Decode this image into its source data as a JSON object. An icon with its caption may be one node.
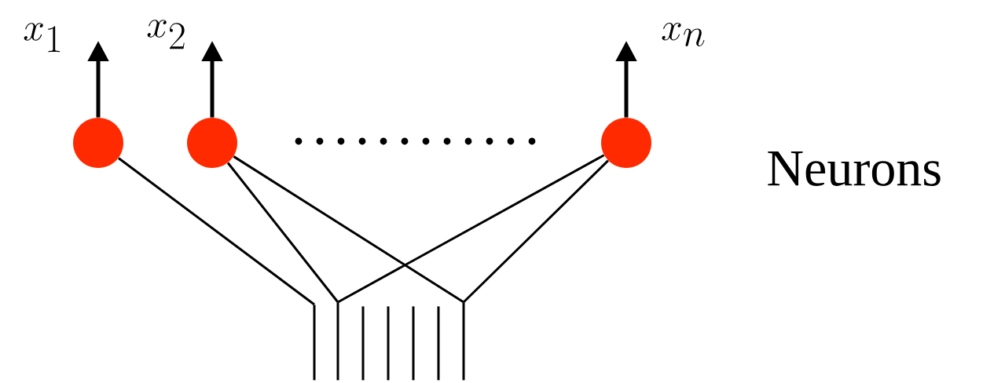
{
  "diagram": {
    "nodes": [
      {
        "text": [],
        "shape": "circle"
      },
      {
        "text": [],
        "shape": "circle"
      },
      {
        "text": [],
        "shape": "circle"
      },
      {
        "text": [],
        "shape": "bar"
      },
      {
        "text": [],
        "shape": "bar"
      },
      {
        "text": [],
        "shape": "bar"
      },
      {
        "text": [],
        "shape": "bar"
      },
      {
        "text": [],
        "shape": "bar"
      },
      {
        "text": [],
        "shape": "bar"
      },
      {
        "text": [],
        "shape": "bar"
      }
    ],
    "edges": [
      {
        "from": 0,
        "to": null,
        "arrow": "to"
      },
      {
        "from": 1,
        "to": null,
        "arrow": "to"
      },
      {
        "from": 2,
        "to": null,
        "arrow": "to"
      },
      {
        "from": 0,
        "to": 3,
        "arrow": "none"
      },
      {
        "from": 1,
        "to": 4,
        "arrow": "none"
      },
      {
        "from": 1,
        "to": 9,
        "arrow": "none"
      },
      {
        "from": 2,
        "to": 4,
        "arrow": "none"
      },
      {
        "from": 2,
        "to": 9,
        "arrow": "none"
      }
    ],
    "labels": [
      "x_1",
      "x_2",
      "x_n",
      "Neurons"
    ]
  }
}
